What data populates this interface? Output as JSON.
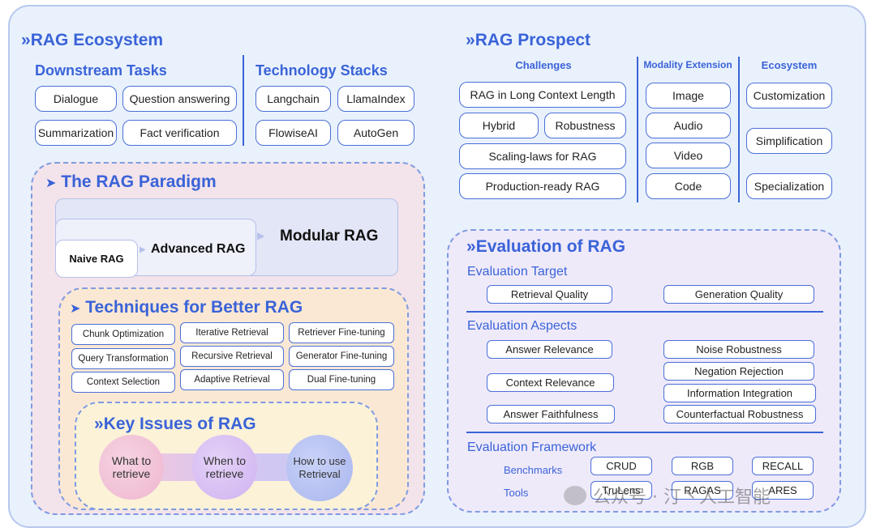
{
  "ecosystem": {
    "title": "RAG Ecosystem",
    "downstream_title": "Downstream Tasks",
    "downstream_items": [
      "Dialogue",
      "Question answering",
      "Summarization",
      "Fact verification"
    ],
    "tech_title": "Technology Stacks",
    "tech_items": [
      "Langchain",
      "LlamaIndex",
      "FlowiseAI",
      "AutoGen"
    ]
  },
  "prospect": {
    "title": "RAG Prospect",
    "challenges_title": "Challenges",
    "challenges": [
      "RAG in Long Context Length",
      "Hybrid",
      "Robustness",
      "Scaling-laws for RAG",
      "Production-ready RAG"
    ],
    "modality_title": "Modality Extension",
    "modality": [
      "Image",
      "Audio",
      "Video",
      "Code"
    ],
    "eco_title": "Ecosystem",
    "eco_items": [
      "Customization",
      "Simplification",
      "Specialization"
    ]
  },
  "paradigm": {
    "title": "The RAG Paradigm",
    "naive": "Naive RAG",
    "advanced": "Advanced RAG",
    "modular": "Modular RAG"
  },
  "techniques": {
    "title": "Techniques for Better RAG",
    "items": [
      "Chunk Optimization",
      "Iterative Retrieval",
      "Retriever Fine-tuning",
      "Query Transformation",
      "Recursive Retrieval",
      "Generator Fine-tuning",
      "Context Selection",
      "Adaptive Retrieval",
      "Dual Fine-tuning"
    ]
  },
  "key_issues": {
    "title": "Key Issues of RAG",
    "items": [
      "What to retrieve",
      "When to retrieve",
      "How to use Retrieval"
    ]
  },
  "evaluation": {
    "title": "Evaluation of RAG",
    "target_title": "Evaluation Target",
    "targets": [
      "Retrieval Quality",
      "Generation Quality"
    ],
    "aspects_title": "Evaluation Aspects",
    "aspects": [
      "Answer Relevance",
      "Noise Robustness",
      "Context Relevance",
      "Negation Rejection",
      "Information Integration",
      "Answer Faithfulness",
      "Counterfactual Robustness"
    ],
    "framework_title": "Evaluation Framework",
    "benchmarks_label": "Benchmarks",
    "benchmarks": [
      "CRUD",
      "RGB",
      "RECALL"
    ],
    "tools_label": "Tools",
    "tools": [
      "TruLens",
      "RAGAS",
      "ARES"
    ]
  },
  "watermark": "公众号 · 汀丶人工智能"
}
